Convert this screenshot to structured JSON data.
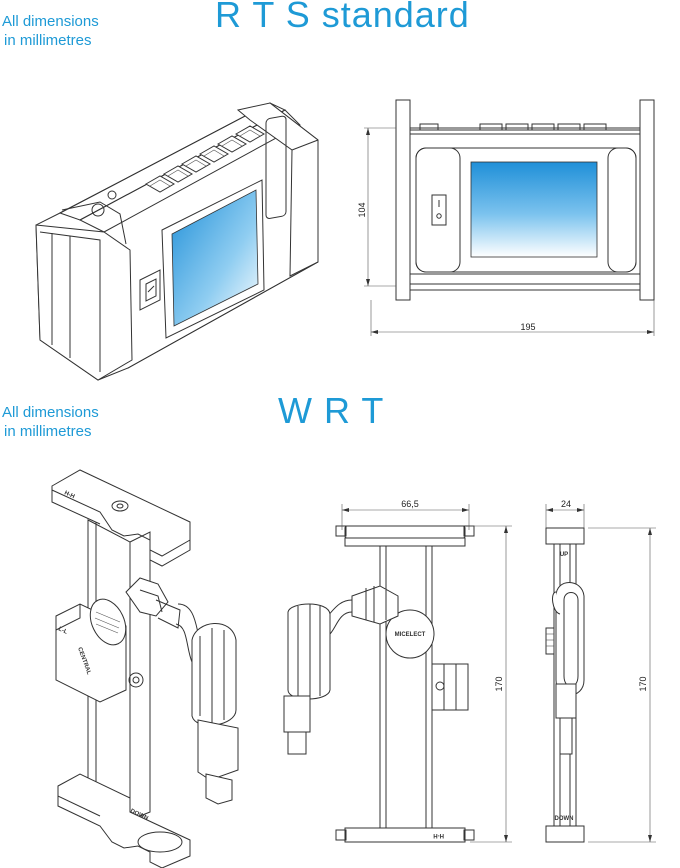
{
  "rts": {
    "title": "R T S standard",
    "note_line1": "All dimensions",
    "note_line2": "in millimetres",
    "dim_height": "104",
    "dim_width": "195"
  },
  "wrt": {
    "title": "W R T",
    "note_line1": "All dimensions",
    "note_line2": "in millimetres",
    "dim_width_front": "66,5",
    "dim_width_side": "24",
    "dim_height_front": "170",
    "dim_height_side": "170",
    "label_central": "CENTRAL",
    "label_micelect": "MICELECT",
    "label_up": "UP",
    "label_down": "DOWN",
    "label_mark_hh": "H-H",
    "label_mark_ll": "L-L"
  },
  "colors": {
    "accent": "#1e9ad6",
    "screen_top": "#1f8fd8",
    "screen_bottom": "#ffffff"
  }
}
